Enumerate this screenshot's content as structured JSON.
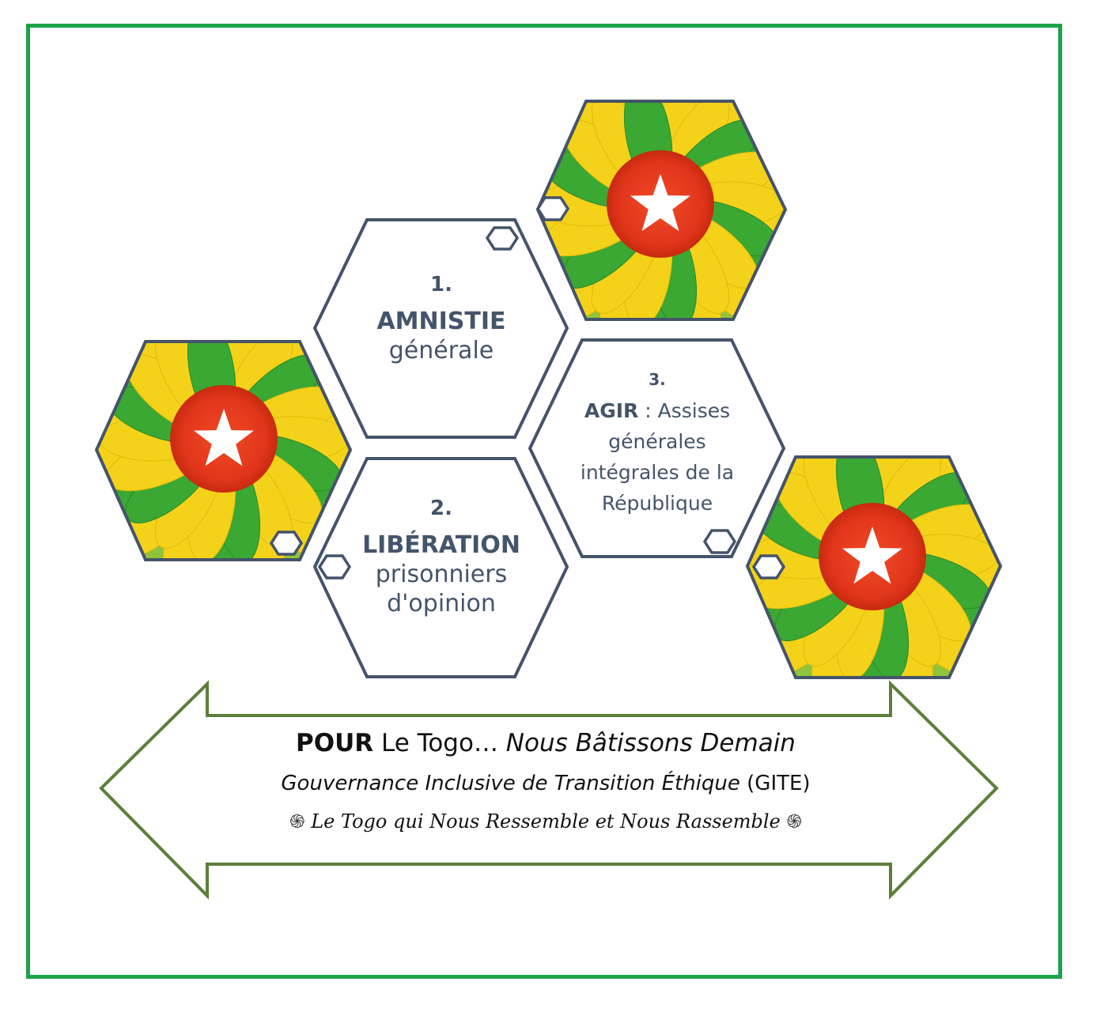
{
  "colors": {
    "frame": "#1aa34a",
    "hex_outline": "#44546a",
    "arrow_outline": "#5b7f3a",
    "text": "#44546a",
    "petal_yellow": "#f5d21a",
    "petal_green": "#3aa832",
    "center_red": "#e2361c",
    "star": "#ffffff"
  },
  "hexagons": {
    "amnistie": {
      "number": "1.",
      "title": "AMNISTIE",
      "subtitle": "générale"
    },
    "liberation": {
      "number": "2.",
      "title": "LIBÉRATION",
      "subtitle_line1": "prisonniers",
      "subtitle_line2": "d'opinion"
    },
    "agir": {
      "number": "3.",
      "title": "AGIR",
      "title_suffix": " : Assises",
      "line2": "générales",
      "line3": "intégrales de la",
      "line4": "République"
    }
  },
  "flower_tiles": [
    {
      "name": "sunflower-top",
      "icon": "sunflower-star-icon"
    },
    {
      "name": "sunflower-left",
      "icon": "sunflower-star-icon"
    },
    {
      "name": "sunflower-right",
      "icon": "sunflower-star-icon"
    }
  ],
  "banner": {
    "pour": "POUR",
    "line1_rest": " Le Togo… ",
    "line1_italic": "Nous Bâtissons Demain",
    "line2_italic": "Gouvernance Inclusive de Transition Éthique",
    "line2_rest": " (GITE)",
    "swirl": "֍",
    "line3": "Le Togo qui Nous Ressemble et Nous Rassemble"
  }
}
